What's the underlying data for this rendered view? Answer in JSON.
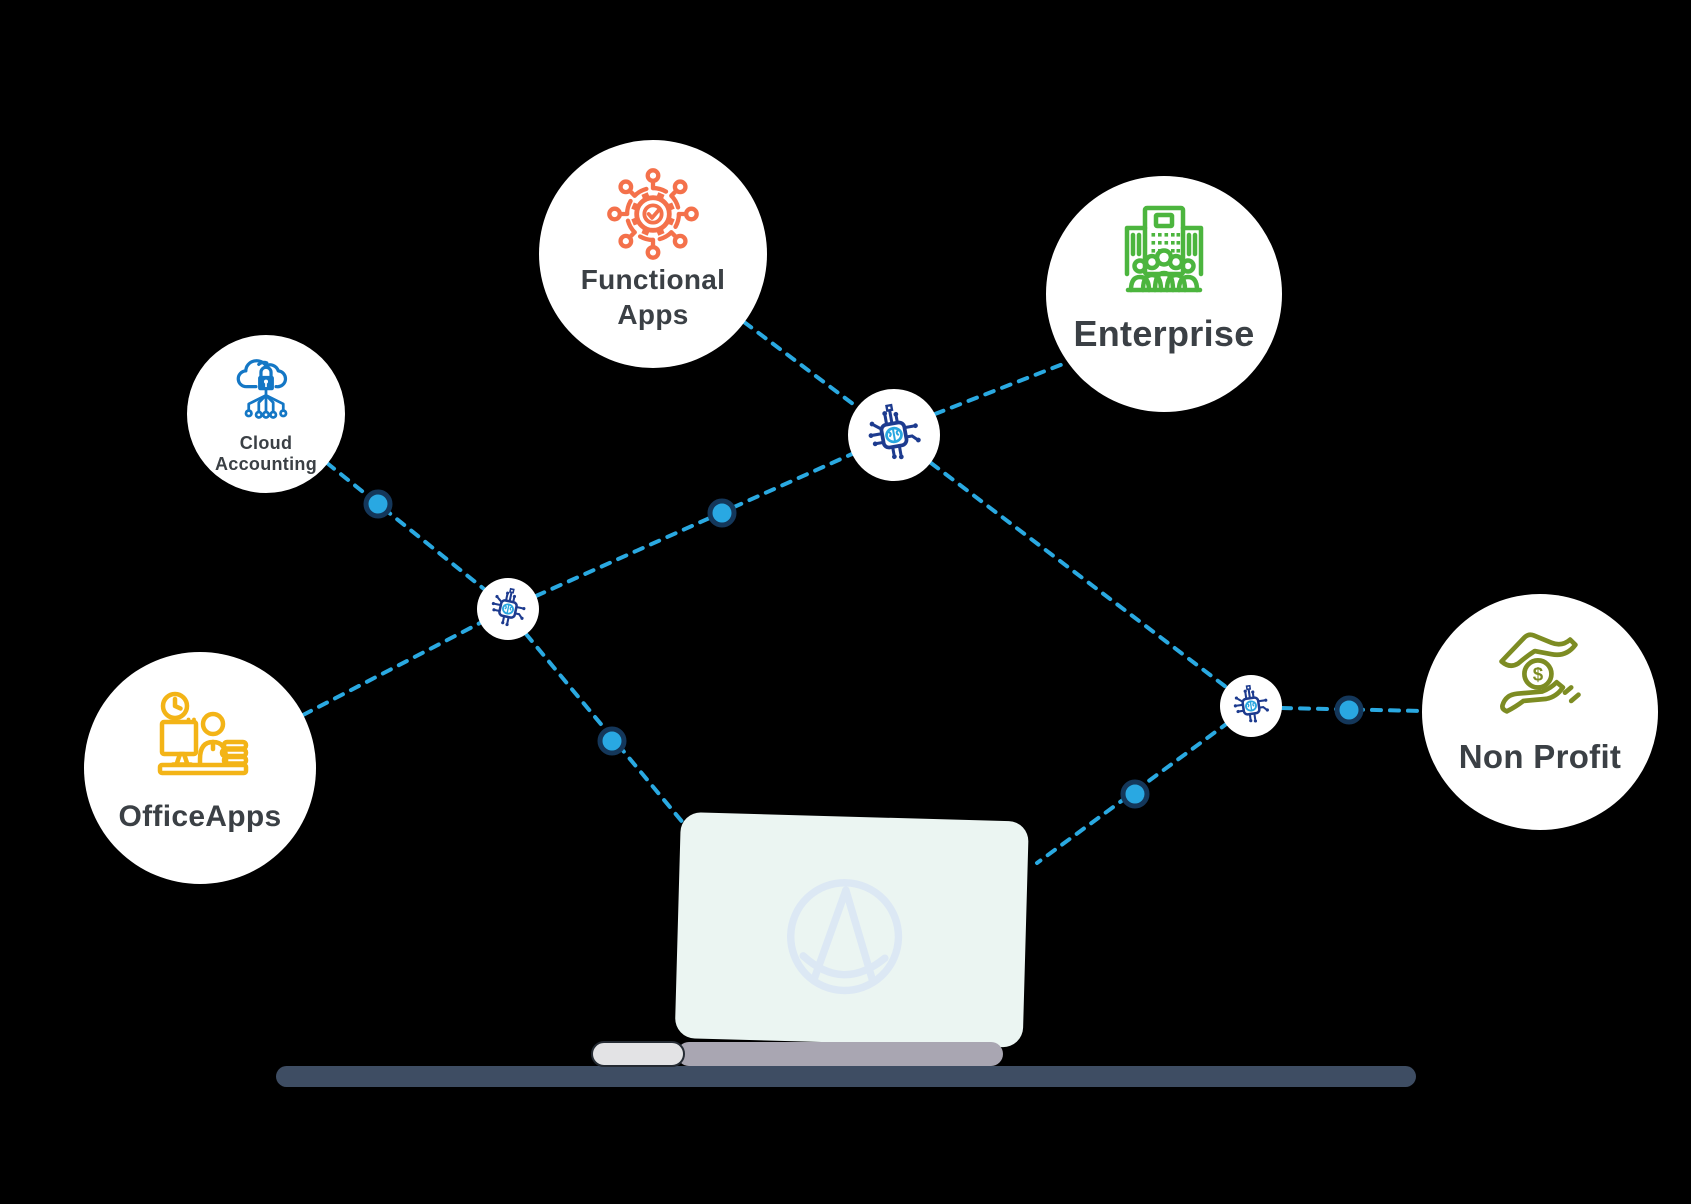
{
  "background_color": "#000000",
  "hubs": [
    {
      "id": "functional-apps",
      "icon": "functional-apps-icon",
      "label_lines": [
        "Functional",
        "Apps"
      ],
      "icon_color": "#F4714B"
    },
    {
      "id": "enterprise",
      "icon": "enterprise-building-icon",
      "label_lines": [
        "Enterprise"
      ],
      "icon_color": "#4CB53E"
    },
    {
      "id": "cloud-accounting",
      "icon": "cloud-lock-circuit-icon",
      "label_lines": [
        "Cloud",
        "Accounting"
      ],
      "icon_color": "#1477C5"
    },
    {
      "id": "officeapps",
      "icon": "office-desk-icon",
      "label_lines": [
        "OfficeApps"
      ],
      "icon_color": "#F3B417"
    },
    {
      "id": "non-profit",
      "icon": "hands-dollar-icon",
      "label_lines": [
        "Non Profit"
      ],
      "icon_color": "#7D8C23"
    }
  ],
  "label_text_color": "#3B4045",
  "connector_nodes": {
    "icon": "ai-chip-brain-icon",
    "count": 3,
    "chip_color": "#1D3B8F",
    "brain_color": "#2AA7E0"
  },
  "links": {
    "dash_color": "#2AA9E1",
    "dot_fill_color": "#29A8E2",
    "dot_ring_color": "#14375A",
    "dot_count": 5
  },
  "laptop": {
    "logo_icon": "triangle-a-logo-icon",
    "screen_color": "#EBF5F2",
    "base_color": "#A9A6B2",
    "hinge_color": "#E3E3E5",
    "desk_color": "#3E4D63",
    "logo_color": "#DCE8F4"
  }
}
